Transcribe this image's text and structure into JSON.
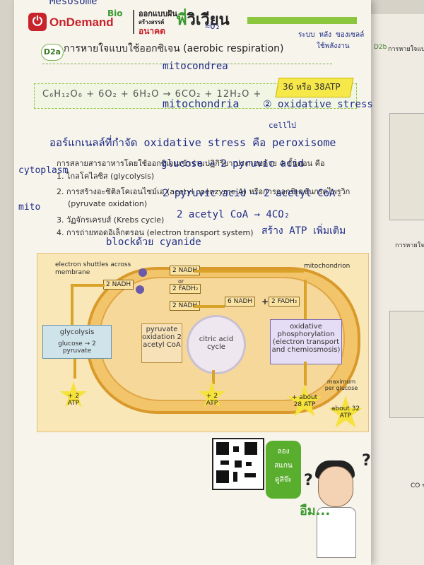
{
  "header": {
    "brand": "OnDemand",
    "subject": "Bio",
    "brand2_line1": "ออกแบบฝัน",
    "brand2_line2": "สร้างสรรค์",
    "brand2_line3": "อนาคต",
    "brand3_pre": "พี่",
    "brand3_post": "วิเวียน"
  },
  "section": {
    "badge": "D2a",
    "title": "การหายใจแบบใช้ออกซิเจน (aerobic respiration)"
  },
  "equation": {
    "text": "C₆H₁₂O₆  +  6O₂  +  6H₂O  →  6CO₂  +  12H₂O  +",
    "atp": "36 หรือ 38ATP"
  },
  "body_text": {
    "intro": "การสลายสารอาหารโดยใช้ออกซิเจนเข้าร่วมปฏิกิริยา ประกอบด้วย 4 ขั้นตอน คือ",
    "steps": [
      "1. ไกลโคไลซิส (glycolysis)",
      "2. การสร้างอะซิติลโคเอนไซม์เอ (acetyl coenzyme A) หรือการออกซิเดชันกรดไพรูวิก",
      "(pyruvate oxidation)",
      "3. วัฏจักรเครบส์ (Krebs cycle)",
      "4. การถ่ายทอดอิเล็กตรอน (electron transport system)"
    ]
  },
  "handwriting": {
    "top": "Mesosome",
    "o2": "≈O₂",
    "note_right1": "ระบบ หลัง ของเซลล์",
    "note_right2": "ใช้พลังงาน",
    "mito_word": "mitocondrea",
    "mitochondria": "mitochondria",
    "oxidative": "② oxidative stress",
    "cellular": "cellไป",
    "long_line": "ออร์แกเนลล์ที่กำจัด oxidative stress คือ peroxisome",
    "cytoplasm": "cytoplasm",
    "mito_short": "mito",
    "glucose": "glucose → 2 pyruvic acid",
    "pyruvic": "2 pyruvic acid → 2 acetyl CoA",
    "acetyl": "2 acetyl CoA → 4CO₂",
    "atp_note": "สร้าง ATP เพิ่มเติม",
    "block": "blockด้วย cyanide"
  },
  "diagram": {
    "electron_shuttles": "electron shuttles across membrane",
    "mitochondrion": "mitochondrion",
    "nadh1": "2 NADH",
    "nadh2": "2 NADH",
    "fadh2_a": "2 FADH₂",
    "nadh3": "2 NADH",
    "nadh4": "6 NADH",
    "plus": "+",
    "fadh2_b": "2 FADH₂",
    "or": "or",
    "glycolysis_title": "glycolysis",
    "glycolysis_body": "glucose → 2 pyruvate",
    "pyruvate_box": "pyruvate oxidation 2 acetyl CoA",
    "citric": "citric acid cycle",
    "oxphos": "oxidative phosphorylation (electron transport and chemiosmosis)",
    "atp1": "+ 2 ATP",
    "atp2": "+ 2 ATP",
    "atp3": "+ about 28 ATP",
    "max": "maximum per glucose",
    "atp4": "about 32 ATP"
  },
  "speech": {
    "line1": "ลอง",
    "line2": "สแกน",
    "line3": "ดูสิจ๊ะ"
  },
  "exclaim": "อืม...",
  "right_page": {
    "d2b": "D2b",
    "line1": "การหายใจแบบไ",
    "line2": "การหายใจ",
    "line3": "CO ของ"
  }
}
